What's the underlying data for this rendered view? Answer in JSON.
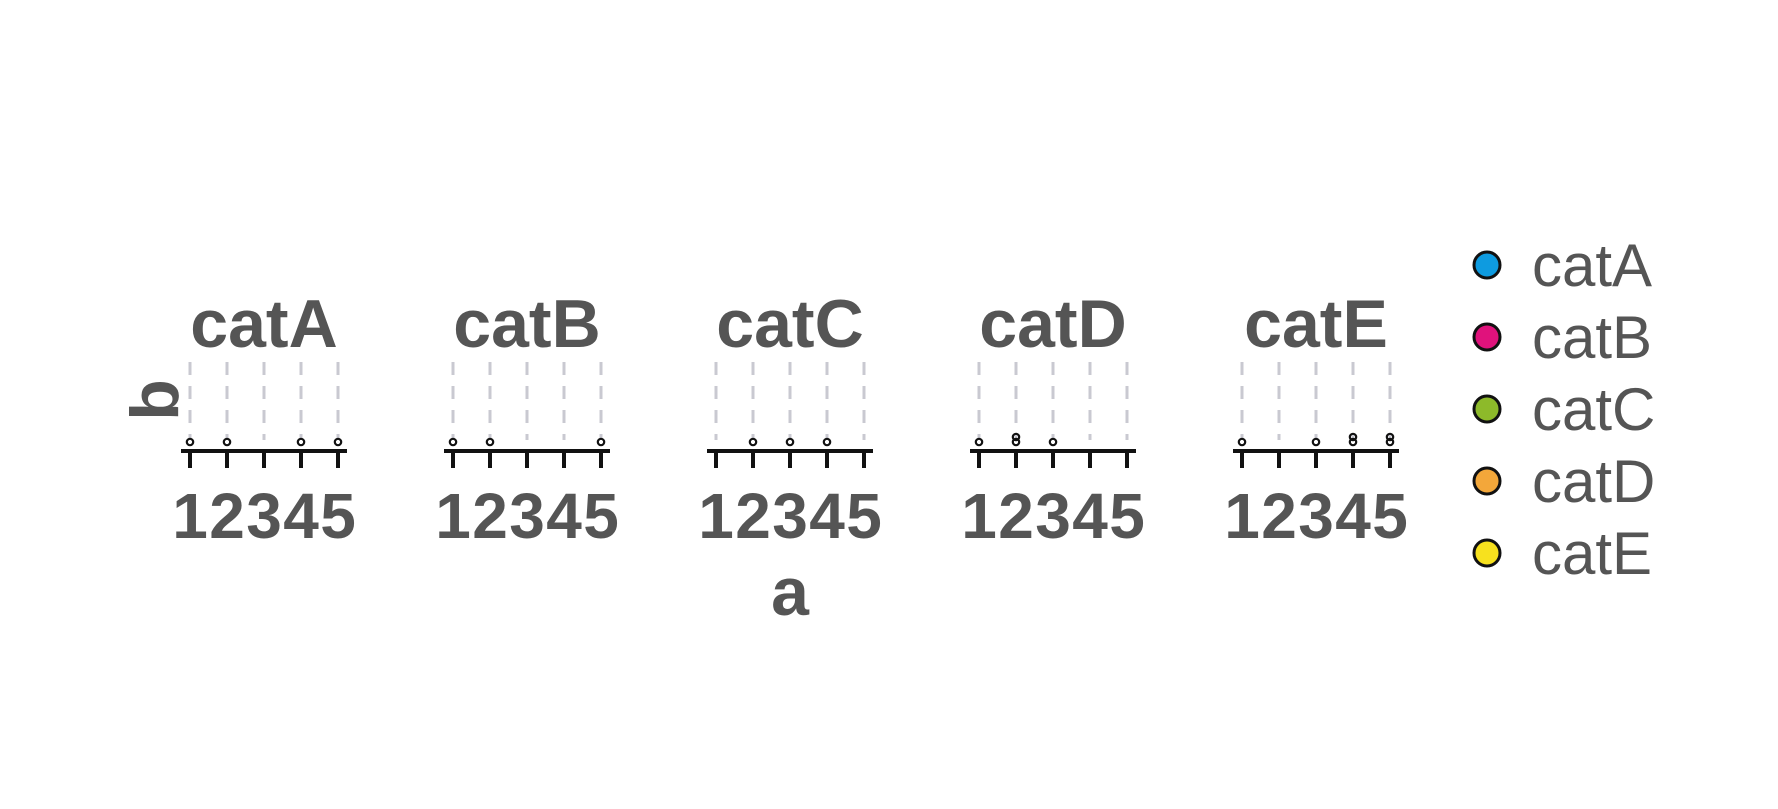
{
  "chart_data": {
    "type": "scatter",
    "facet_variable": "category",
    "facets": [
      {
        "title": "catA",
        "points": [
          {
            "a": 1,
            "b": 0,
            "count": 1
          },
          {
            "a": 2,
            "b": 0,
            "count": 1
          },
          {
            "a": 4,
            "b": 0,
            "count": 1
          },
          {
            "a": 5,
            "b": 0,
            "count": 1
          }
        ]
      },
      {
        "title": "catB",
        "points": [
          {
            "a": 1,
            "b": 0,
            "count": 1
          },
          {
            "a": 2,
            "b": 0,
            "count": 1
          },
          {
            "a": 5,
            "b": 0,
            "count": 1
          }
        ]
      },
      {
        "title": "catC",
        "points": [
          {
            "a": 2,
            "b": 0,
            "count": 1
          },
          {
            "a": 3,
            "b": 0,
            "count": 1
          },
          {
            "a": 4,
            "b": 0,
            "count": 1
          }
        ]
      },
      {
        "title": "catD",
        "points": [
          {
            "a": 1,
            "b": 0,
            "count": 1
          },
          {
            "a": 2,
            "b": 0,
            "count": 2
          },
          {
            "a": 3,
            "b": 0,
            "count": 1
          }
        ]
      },
      {
        "title": "catE",
        "points": [
          {
            "a": 1,
            "b": 0,
            "count": 1
          },
          {
            "a": 3,
            "b": 0,
            "count": 1
          },
          {
            "a": 4,
            "b": 0,
            "count": 2
          },
          {
            "a": 5,
            "b": 0,
            "count": 2
          }
        ]
      }
    ],
    "x_ticks": [
      "1",
      "2",
      "3",
      "4",
      "5"
    ],
    "xlim": [
      1,
      5
    ],
    "xlabel": "a",
    "ylabel": "b",
    "grid": "vertical dashed",
    "legend": {
      "placement": "right",
      "entries": [
        {
          "label": "catA",
          "color": "#0e9be0"
        },
        {
          "label": "catB",
          "color": "#e0127c"
        },
        {
          "label": "catC",
          "color": "#8dba2a"
        },
        {
          "label": "catD",
          "color": "#f3a73a"
        },
        {
          "label": "catE",
          "color": "#f7e11e"
        }
      ]
    },
    "point_color": "#111111",
    "grid_color": "#c9c9d1",
    "axis_color": "#111111",
    "text_color": "#555555"
  }
}
